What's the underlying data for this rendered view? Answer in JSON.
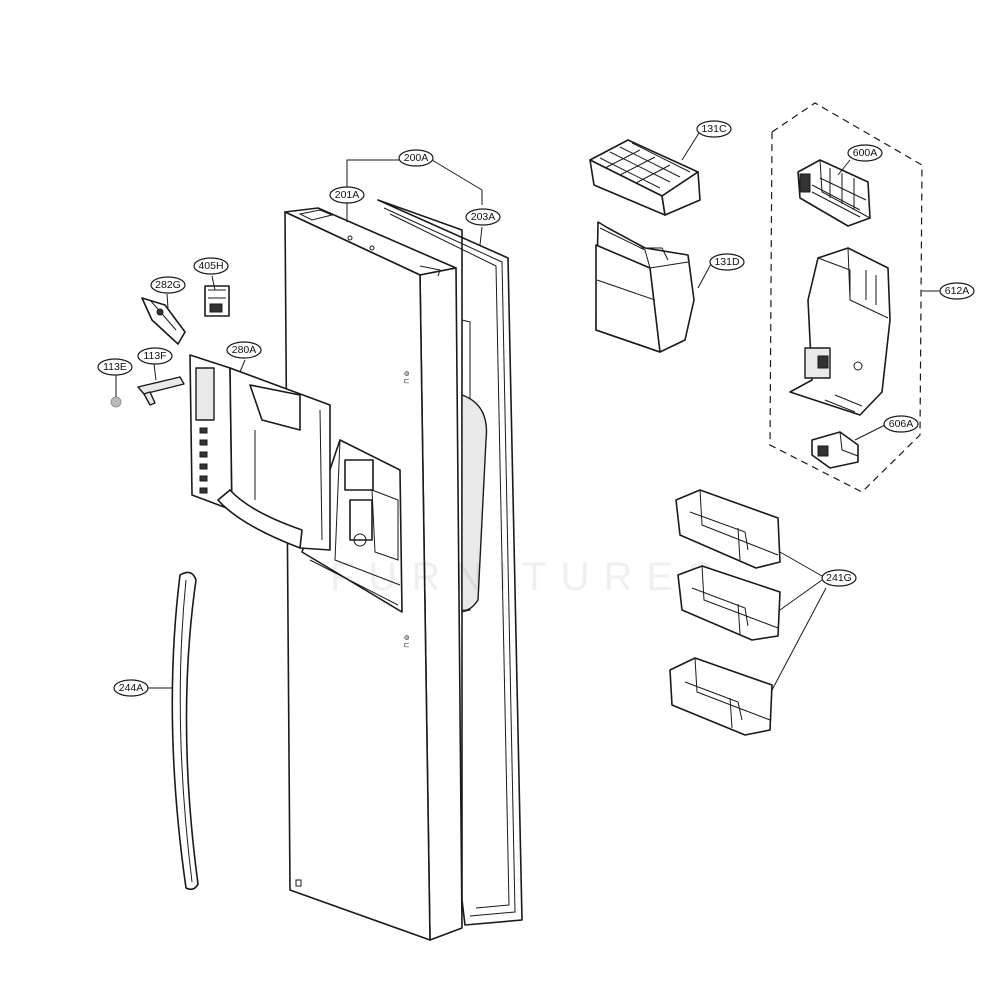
{
  "callouts": {
    "c200A": "200A",
    "c201A": "201A",
    "c203A": "203A",
    "c405H": "405H",
    "c282G": "282G",
    "c280A": "280A",
    "c113F": "113F",
    "c113E": "113E",
    "c244A": "244A",
    "c131C": "131C",
    "c131D": "131D",
    "c600A": "600A",
    "c612A": "612A",
    "c606A": "606A",
    "c241G": "241G"
  },
  "door_marks": {
    "upper": "⊓ ⊚",
    "lower": "⊓ ⊚"
  }
}
